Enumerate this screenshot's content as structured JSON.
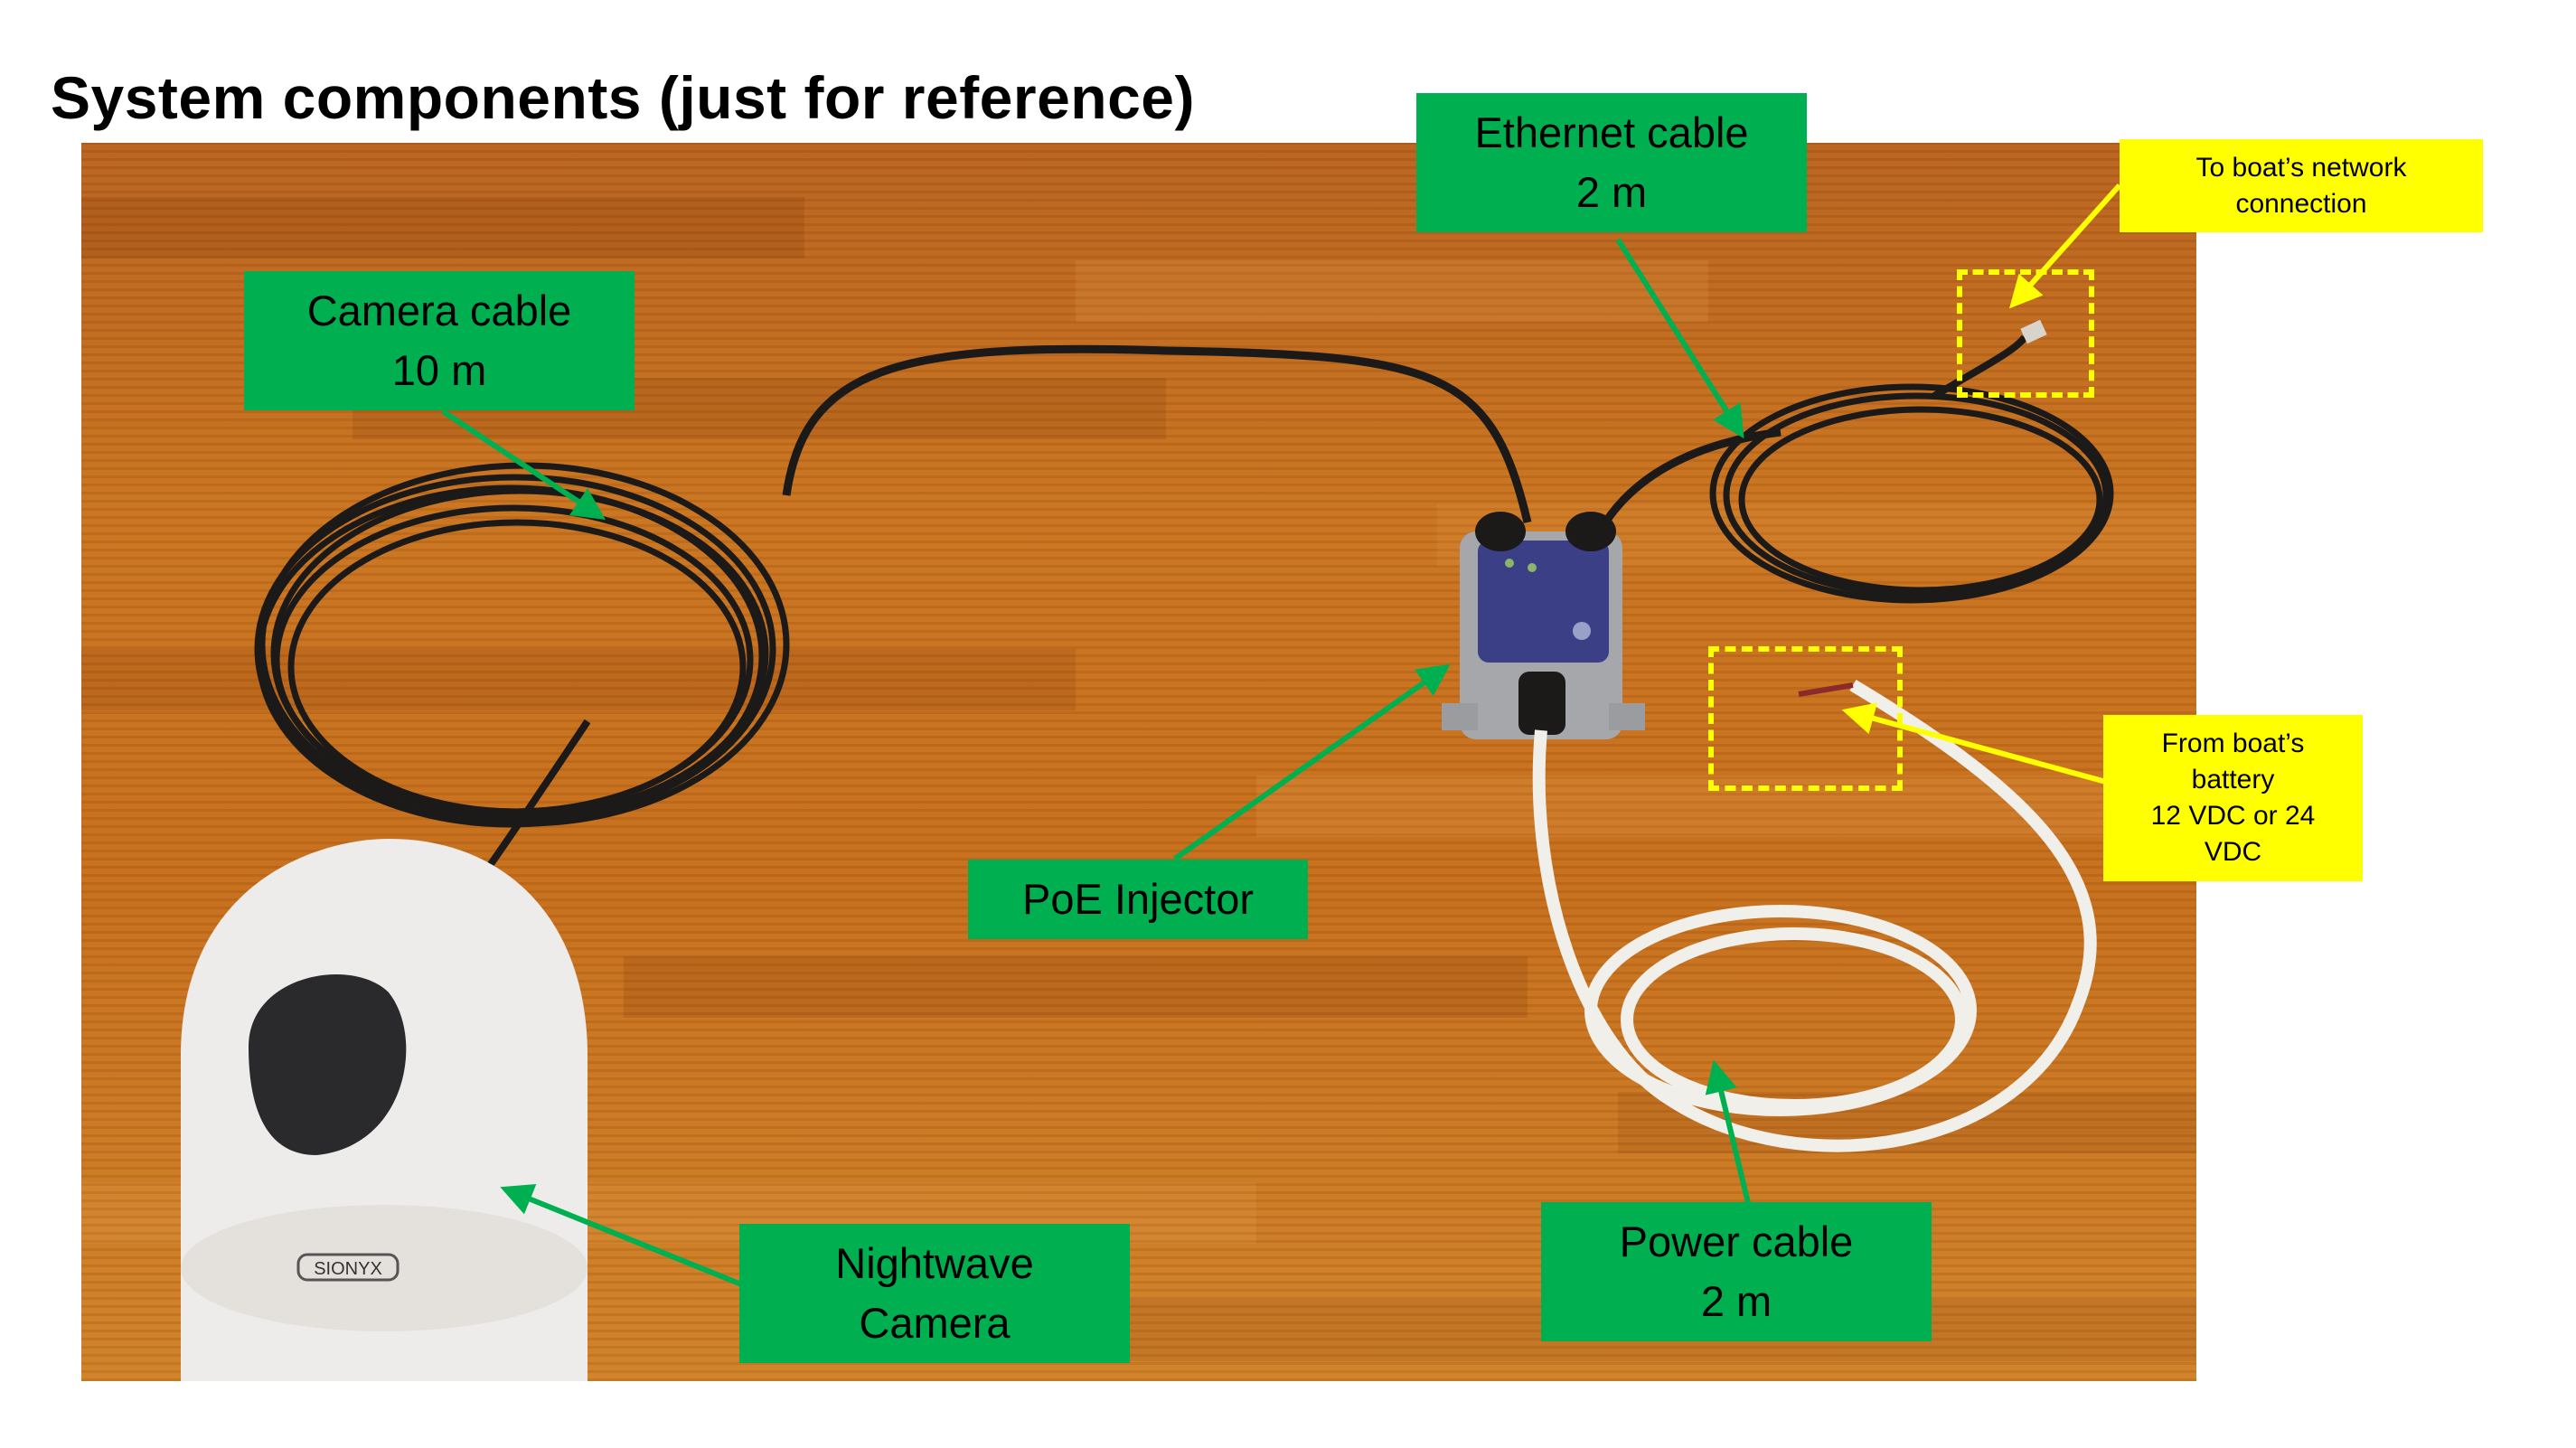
{
  "slide": {
    "title": "System components (just for reference)"
  },
  "photo": {
    "description": "Product photo on a butcher-block wood table",
    "brand_mark": "SIONYX"
  },
  "labels": {
    "camera_cable": {
      "line1": "Camera cable",
      "line2": "10 m"
    },
    "ethernet_cable": {
      "line1": "Ethernet cable",
      "line2": "2 m"
    },
    "poe_injector": {
      "line1": "PoE Injector"
    },
    "nightwave_camera": {
      "line1": "Nightwave",
      "line2": "Camera"
    },
    "power_cable": {
      "line1": "Power cable",
      "line2": "2 m"
    },
    "network_connection": {
      "line1": "To boat’s network",
      "line2": "connection"
    },
    "battery": {
      "line1": "From boat’s",
      "line2": "battery",
      "line3": "12 VDC or 24",
      "line4": "VDC"
    }
  },
  "colors": {
    "green_label": "#00b050",
    "yellow_label": "#ffff00",
    "wood": "#c66e1c"
  }
}
